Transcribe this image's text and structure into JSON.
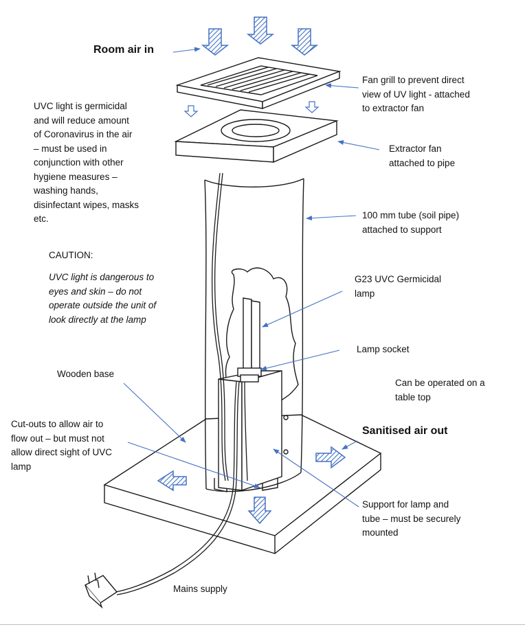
{
  "labels": {
    "room_air_in": "Room air in",
    "fan_grill": "Fan grill to prevent direct\nview of UV light - attached\nto extractor fan",
    "uvc_info": "UVC light is germicidal\nand will reduce amount\nof Coronavirus in the air\n– must be used in\nconjunction with other\nhygiene measures –\nwashing hands,\ndisinfectant wipes, masks\netc.",
    "extractor_fan": "Extractor fan\nattached to pipe",
    "tube": "100 mm tube (soil pipe)\nattached to support",
    "caution_title": "CAUTION:",
    "caution_text": "UVC light is dangerous to\neyes and skin – do not\noperate outside the unit of\nlook directly at the lamp",
    "lamp": "G23 UVC Germicidal\nlamp",
    "lamp_socket": "Lamp socket",
    "wooden_base": "Wooden base",
    "table_top": "Can be operated on a\ntable top",
    "cutouts": "Cut-outs to allow air to\nflow out – but must not\nallow direct sight of UVC\nlamp",
    "sanitised_air_out": "Sanitised air out",
    "support": "Support for lamp and\ntube – must be securely\nmounted",
    "mains_supply": "Mains supply"
  },
  "colors": {
    "arrow_blue": "#4472c4",
    "sketch_ink": "#1a1a1a",
    "leader_line": "#4472c4"
  }
}
